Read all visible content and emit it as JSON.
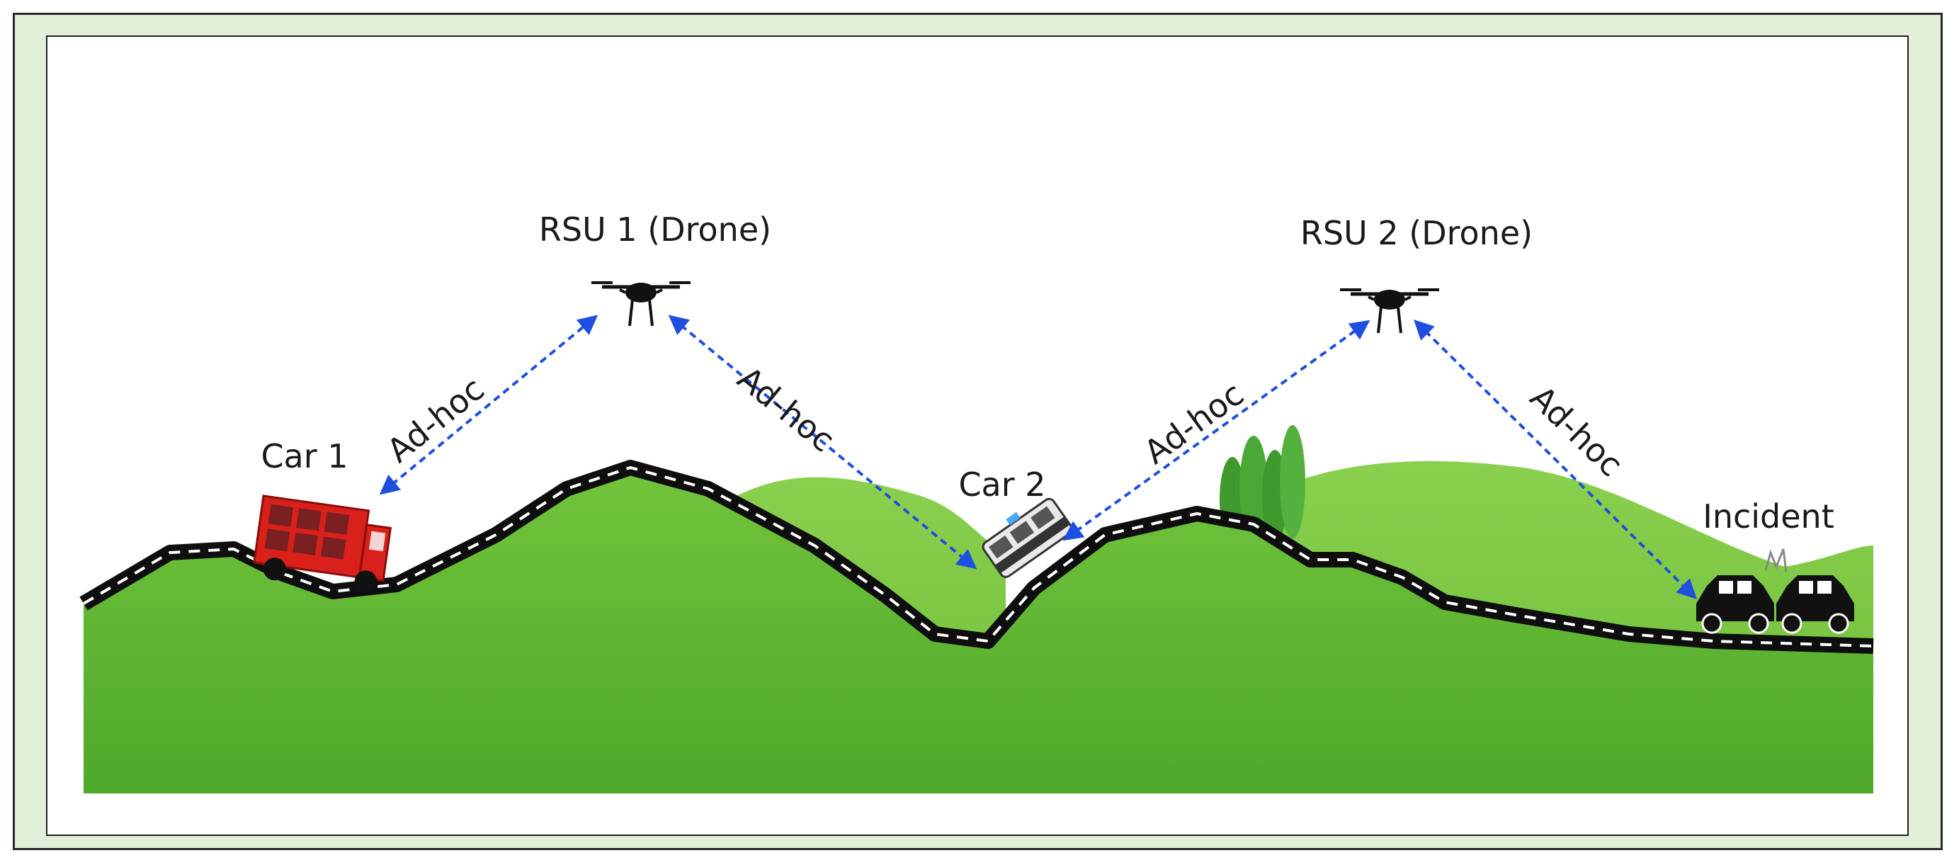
{
  "labels": {
    "rsu1": "RSU 1 (Drone)",
    "rsu2": "RSU 2 (Drone)",
    "car1": "Car 1",
    "car2": "Car 2",
    "incident": "Incident"
  },
  "links": [
    {
      "from": "car1",
      "to": "rsu1",
      "label": "Ad-hoc"
    },
    {
      "from": "rsu1",
      "to": "car2",
      "label": "Ad-hoc"
    },
    {
      "from": "car2",
      "to": "rsu2",
      "label": "Ad-hoc"
    },
    {
      "from": "rsu2",
      "to": "incident",
      "label": "Ad-hoc"
    }
  ],
  "colors": {
    "link": "#1f4fe0",
    "hill": "#6fc23c",
    "road": "#0e0e0e",
    "fire_truck": "#d9201b",
    "frame_bg": "#e4efda"
  }
}
